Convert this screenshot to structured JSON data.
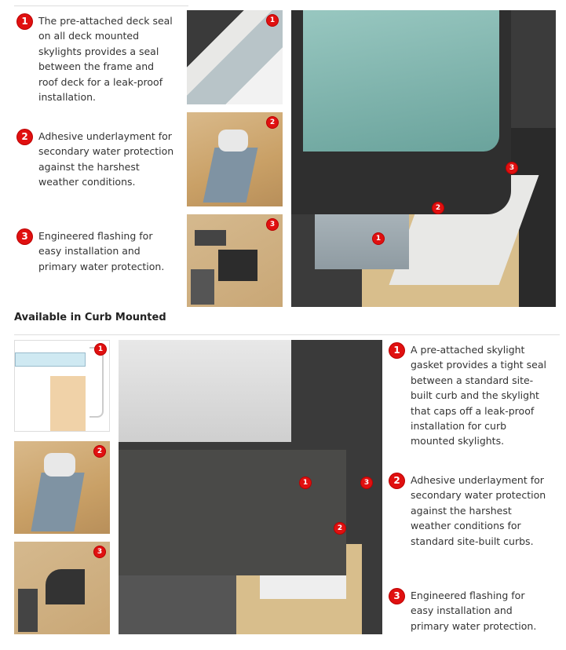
{
  "deck": {
    "features": [
      {
        "num": "1",
        "text": "The pre-attached deck seal on all deck mounted skylights provides a seal between the frame and roof deck for a leak-proof installation."
      },
      {
        "num": "2",
        "text": "Adhesive underlayment for secondary water protection against the harshest weather conditions."
      },
      {
        "num": "3",
        "text": "Engineered flashing for easy installation and primary water protection."
      }
    ]
  },
  "curb": {
    "heading": "Available in Curb Mounted",
    "features": [
      {
        "num": "1",
        "text": "A pre-attached skylight gasket provides a tight seal between a standard site-built curb and the skylight that caps off a leak-proof installation for curb mounted skylights."
      },
      {
        "num": "2",
        "text": "Adhesive underlayment for secondary water protection against the harshest weather conditions for standard site-built curbs."
      },
      {
        "num": "3",
        "text": "Engineered flashing for easy installation and primary water protection."
      }
    ]
  },
  "colors": {
    "badge": "#e01010"
  }
}
